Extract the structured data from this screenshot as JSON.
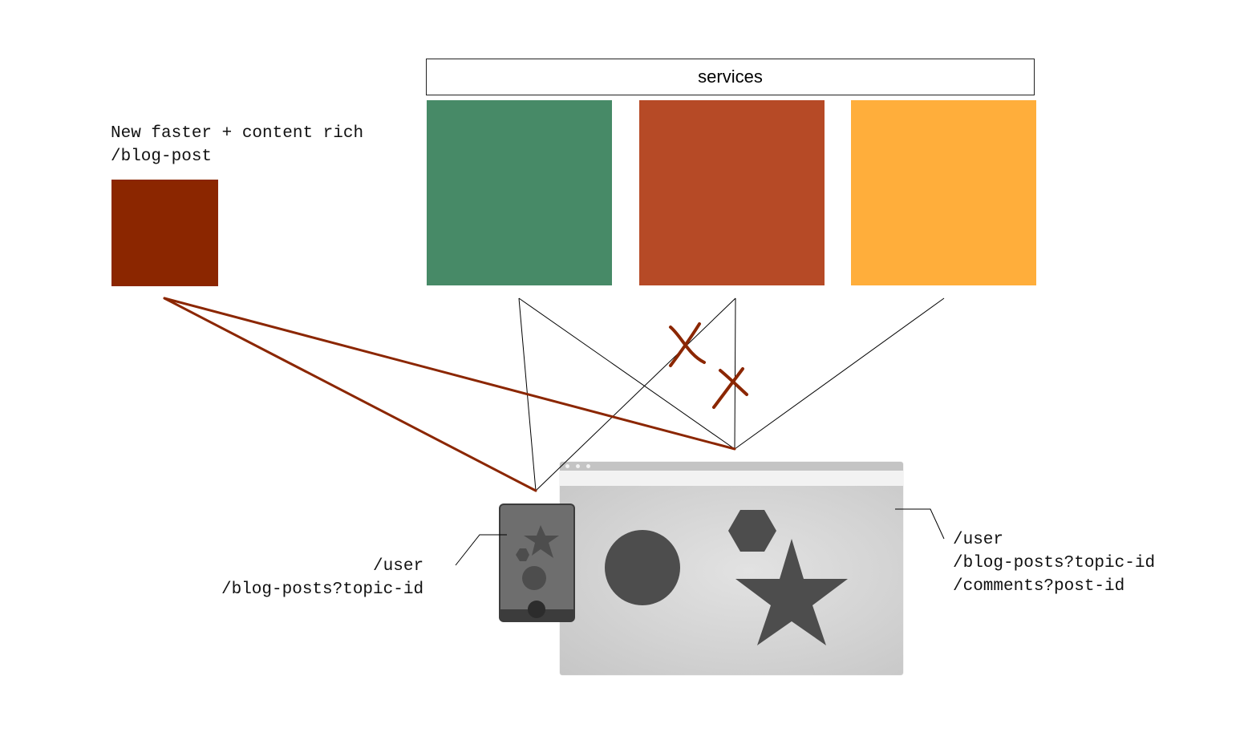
{
  "header": {
    "services_label": "services"
  },
  "new_service": {
    "caption_line1": "New faster + content rich",
    "caption_line2": "/blog-post"
  },
  "mobile_client": {
    "endpoint_1": "/user",
    "endpoint_2": "/blog-posts?topic-id"
  },
  "desktop_client": {
    "endpoint_1": "/user",
    "endpoint_2": "/blog-posts?topic-id",
    "endpoint_3": "/comments?post-id"
  },
  "colors": {
    "service_green": "#478a67",
    "service_red": "#b64a26",
    "service_orange": "#ffae3b",
    "new_service": "#8b2600",
    "new_connection": "#8b2600",
    "old_connection": "#000000",
    "icon_fill": "#4d4d4d"
  },
  "icons": {
    "phone": "smartphone-icon",
    "browser": "browser-window-icon",
    "removed_link": "cross-mark-icon",
    "shapes": [
      "circle-icon",
      "hexagon-icon",
      "star-icon"
    ]
  }
}
